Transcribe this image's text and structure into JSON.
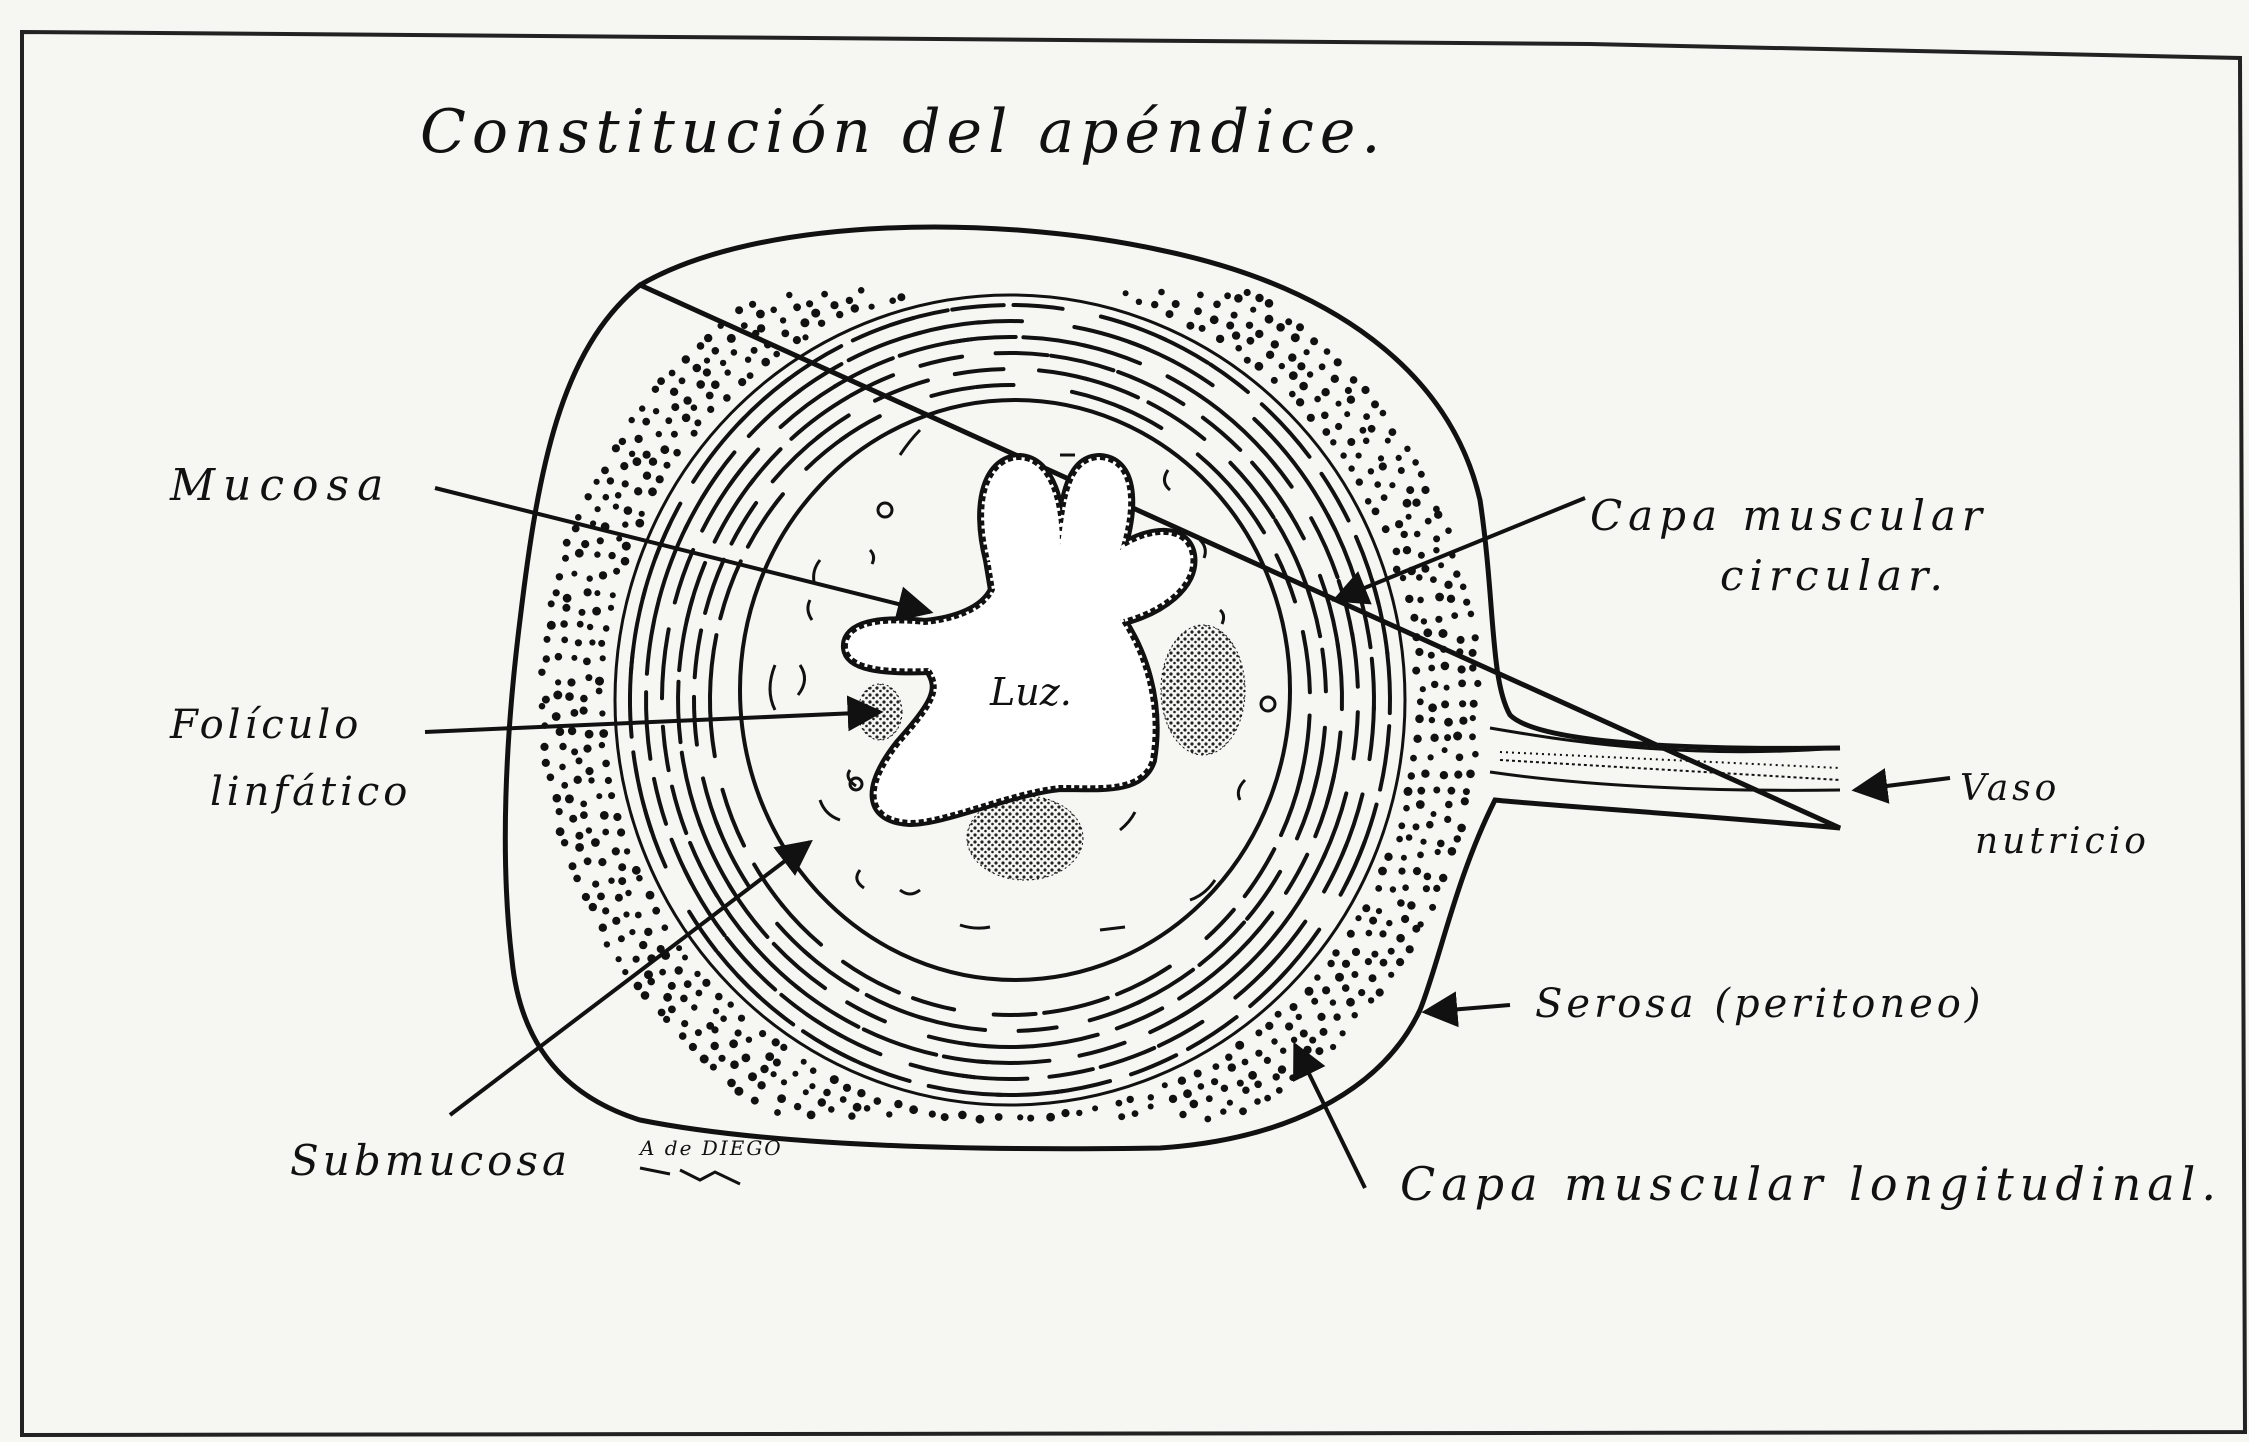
{
  "title": "Constitución del apéndice.",
  "labels": {
    "mucosa": "Mucosa",
    "foliculo_1": "Folículo",
    "foliculo_2": "linfático",
    "submucosa": "Submucosa",
    "luz": "Luz.",
    "capa_circular_1": "Capa muscular",
    "capa_circular_2": "circular.",
    "vaso_1": "Vaso",
    "vaso_2": "nutricio",
    "serosa": "Serosa (peritoneo)",
    "capa_longitudinal": "Capa muscular longitudinal."
  },
  "signature": "A de DIEGO",
  "colors": {
    "ink": "#111111",
    "paper": "#f6f6f3"
  }
}
